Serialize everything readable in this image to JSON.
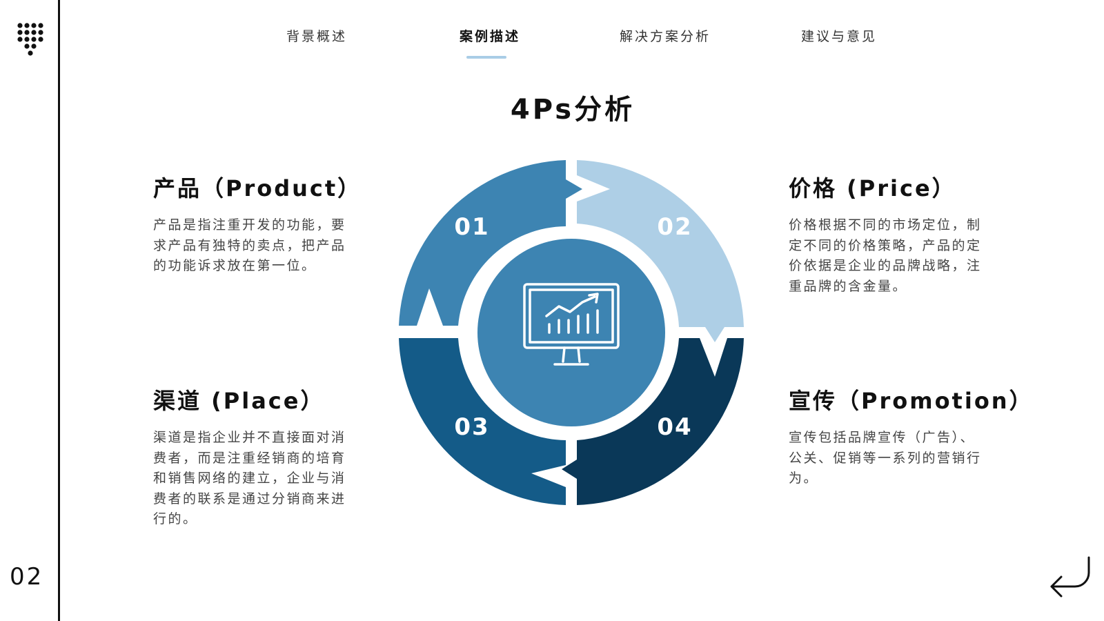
{
  "nav": {
    "items": [
      {
        "label": "背景概述",
        "active": false
      },
      {
        "label": "案例描述",
        "active": true
      },
      {
        "label": "解决方案分析",
        "active": false
      },
      {
        "label": "建议与意见",
        "active": false
      }
    ]
  },
  "title": "4Ps分析",
  "sections": {
    "product": {
      "heading": "产品（Product）",
      "body": "产品是指注重开发的功能，要求产品有独特的卖点，把产品的功能诉求放在第一位。"
    },
    "price": {
      "heading": "价格 (Price）",
      "body": "价格根据不同的市场定位，制定不同的价格策略，产品的定价依据是企业的品牌战略，注重品牌的含金量。"
    },
    "place": {
      "heading": "渠道 (Place）",
      "body": "渠道是指企业并不直接面对消费者，而是注重经销商的培育和销售网络的建立，企业与消费者的联系是通过分销商来进行的。"
    },
    "promotion": {
      "heading": "宣传（Promotion）",
      "body": "宣传包括品牌宣传（广告）、公关、促销等一系列的营销行为。"
    }
  },
  "diagram": {
    "segments": [
      {
        "number": "01",
        "color": "#3d84b2"
      },
      {
        "number": "02",
        "color": "#aecfe6"
      },
      {
        "number": "03",
        "color": "#145b88"
      },
      {
        "number": "04",
        "color": "#0a3858"
      }
    ],
    "center_color": "#3d84b2",
    "center_icon": "monitor-chart-icon"
  },
  "page_number": "02",
  "icons": {
    "logo": "dot-grid-logo-icon",
    "return": "return-arrow-icon"
  },
  "colors": {
    "accent_light": "#a9cde6",
    "text": "#111111"
  }
}
